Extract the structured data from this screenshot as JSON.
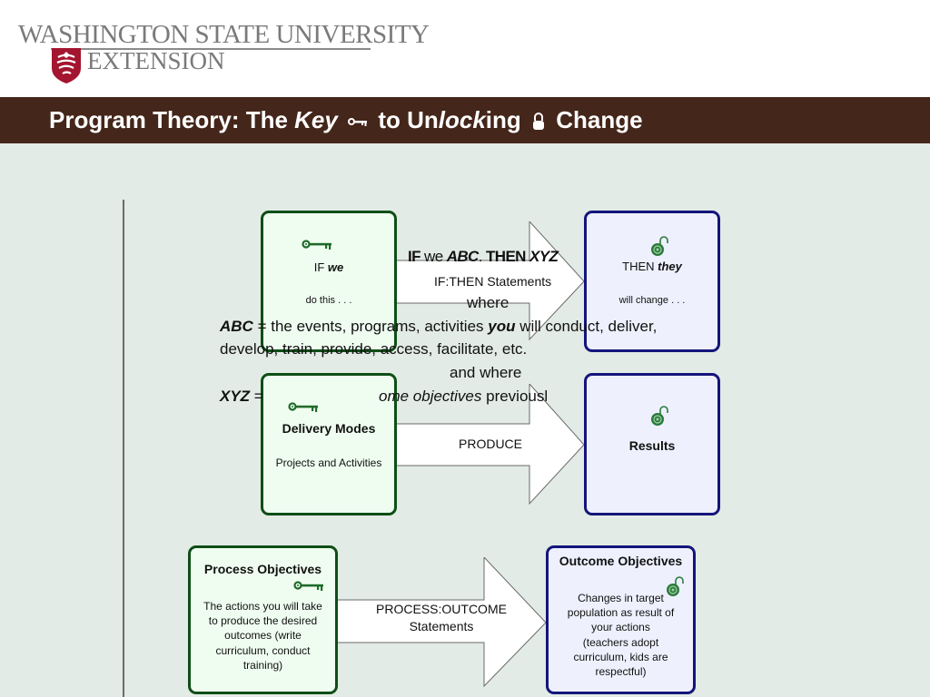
{
  "logo": {
    "line1": "WASHINGTON STATE UNIVERSITY",
    "line2": "EXTENSION"
  },
  "title": {
    "part1": "Program Theory: The ",
    "key_word": "Key",
    "part2": " to Un",
    "lock_word": "lock",
    "part3": "ing ",
    "part4": " Change"
  },
  "diagram": {
    "row1": {
      "left_box": {
        "line1_prefix": "IF ",
        "line1_em": "we",
        "line2": "do this . . ."
      },
      "arrow": {
        "head_if": "IF",
        "head_we": " we ",
        "head_abc": "ABC",
        "head_dot": ". ",
        "head_then": "THEN",
        "head_xyz": " XYZ",
        "label": "IF:THEN Statements"
      },
      "right_box": {
        "line1_prefix": "THEN ",
        "line1_em": "they",
        "line2": "will change . . ."
      }
    },
    "overlay": {
      "where1": "where",
      "abc_term": "ABC",
      "abc_def_a": " = the events, programs, activities ",
      "abc_you": "you",
      "abc_def_b": " will conduct, deliver,",
      "abc_line2": "develop, train, provide, access, facilitate, etc.",
      "where2": "and where",
      "xyz_term": "XYZ",
      "xyz_eq": " =",
      "xyz_mid": "ome objectives",
      "xyz_tail": " previousl"
    },
    "row2": {
      "left_box": {
        "title": "Delivery Modes",
        "subtitle": "Projects and Activities"
      },
      "arrow": {
        "label": "PRODUCE"
      },
      "right_box": {
        "title": "Results"
      }
    },
    "row3": {
      "left_box": {
        "title": "Process Objectives",
        "body": [
          "The actions you will take",
          "to produce the desired",
          "outcomes (write",
          "curriculum, conduct",
          "training)"
        ]
      },
      "arrow": {
        "label_line1": "PROCESS:OUTCOME",
        "label_line2": "Statements"
      },
      "right_box": {
        "title": "Outcome Objectives",
        "body": [
          "Changes in target",
          "population as result of",
          "your actions",
          "(teachers adopt",
          "curriculum, kids are",
          "respectful)"
        ]
      }
    }
  },
  "colors": {
    "title_bar": "#44261a",
    "content_bg": "#e2ebe5",
    "green_border": "#0e4e16",
    "blue_border": "#14157a",
    "key_icon": "#1f6b2a",
    "lock_icon": "#2b7a3a"
  },
  "icons": {
    "key": "key-icon",
    "lock": "unlocked-padlock-icon"
  }
}
